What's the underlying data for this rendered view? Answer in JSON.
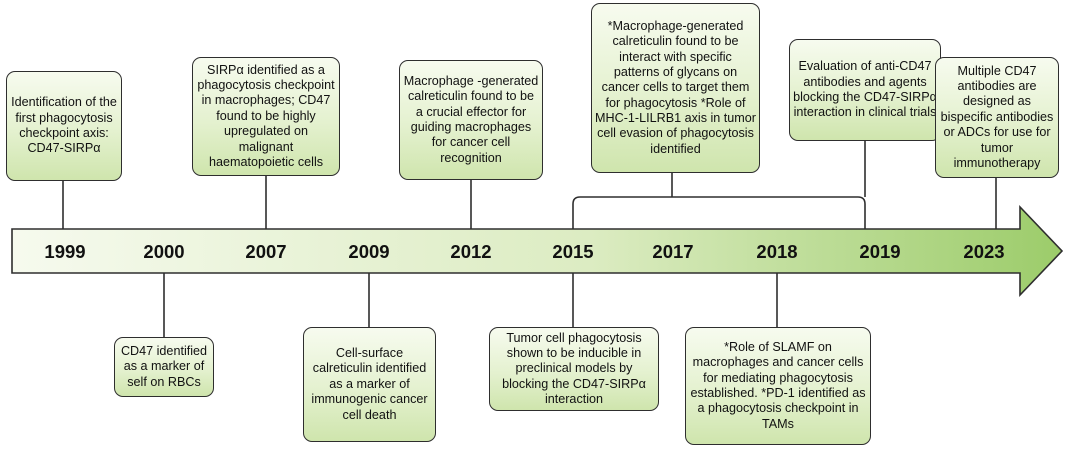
{
  "colors": {
    "arrow_light": "#f6faee",
    "arrow_mid": "#dcecc2",
    "arrow_dark": "#9ccc6a",
    "box_fill": "#e4f1cf",
    "stroke": "#2e2e2e"
  },
  "years": [
    "1999",
    "2000",
    "2007",
    "2009",
    "2012",
    "2015",
    "2017",
    "2018",
    "2019",
    "2023"
  ],
  "events": {
    "e1999": "Identification of the first phagocytosis checkpoint axis: CD47-SIRPα",
    "e2000": "CD47 identified as a marker of self on RBCs",
    "e2007": "SIRPα identified as a phagocytosis checkpoint in macrophages; CD47 found to be highly upregulated on malignant haematopoietic cells",
    "e2009": "Cell-surface calreticulin identified as a marker of immunogenic cancer cell death",
    "e2012": "Macrophage -generated calreticulin found to be a crucial effector for guiding macrophages for cancer cell recognition",
    "e2015": "Tumor cell phagocytosis shown to be inducible in preclinical models by blocking the CD47-SIRPα interaction",
    "e2017": "*Macrophage-generated calreticulin found to be interact with specific patterns of glycans on cancer cells to target them for phagocytosis *Role of MHC-1-LILRB1 axis in tumor cell evasion of phagocytosis identified",
    "e2018": "*Role of SLAMF on macrophages and cancer cells for mediating phagocytosis established. *PD-1 identified as a phagocytosis checkpoint in TAMs",
    "e2019": "Evaluation of anti-CD47 antibodies and agents blocking the CD47-SIRPα interaction in clinical trials",
    "e2023": "Multiple CD47 antibodies are designed as bispecific antibodies or ADCs for use for tumor immunotherapy"
  }
}
